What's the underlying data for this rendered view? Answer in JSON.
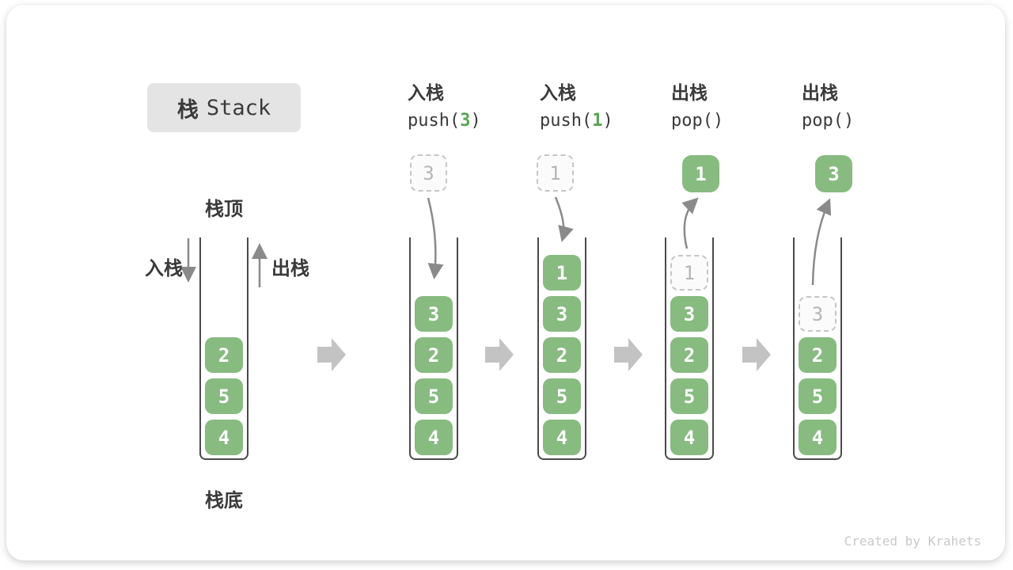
{
  "title": {
    "zh": "栈",
    "en": "Stack"
  },
  "side_labels": {
    "top": "栈顶",
    "bottom": "栈底",
    "push": "入栈",
    "pop": "出栈"
  },
  "operations": [
    {
      "name": "入栈",
      "call_pre": "push(",
      "arg": "3",
      "call_post": ")"
    },
    {
      "name": "入栈",
      "call_pre": "push(",
      "arg": "1",
      "call_post": ")"
    },
    {
      "name": "出栈",
      "call": "pop()"
    },
    {
      "name": "出栈",
      "call": "pop()"
    }
  ],
  "stacks": [
    {
      "items": [
        "2",
        "5",
        "4"
      ]
    },
    {
      "incoming": "3",
      "items": [
        "3",
        "2",
        "5",
        "4"
      ]
    },
    {
      "incoming": "1",
      "items": [
        "1",
        "3",
        "2",
        "5",
        "4"
      ]
    },
    {
      "outgoing": "1",
      "ghost": "1",
      "items": [
        "3",
        "2",
        "5",
        "4"
      ]
    },
    {
      "outgoing": "3",
      "ghost": "3",
      "items": [
        "2",
        "5",
        "4"
      ]
    }
  ],
  "watermark": "Created by Krahets",
  "colors": {
    "cell_green": "#87bb80",
    "arg_green": "#56a452",
    "thin_arrow_gray": "#8a8a8a",
    "block_arrow_gray": "#c3c3c3",
    "ghost_border": "#c6c6c6",
    "ghost_text": "#b5b5b5",
    "title_bg": "#e4e4e4",
    "container_border": "#4a4a4a",
    "text_dark": "#3a3a3a",
    "watermark_gray": "#c9c9c9"
  }
}
